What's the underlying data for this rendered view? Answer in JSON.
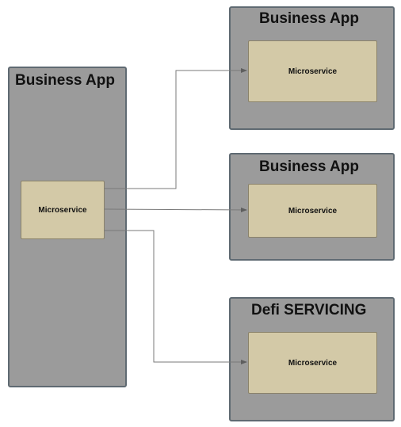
{
  "left_app": {
    "title": "Business App",
    "microservice_label": "Microservice"
  },
  "right_apps": [
    {
      "title": "Business App",
      "microservice_label": "Microservice"
    },
    {
      "title": "Business App",
      "microservice_label": "Microservice"
    },
    {
      "title": "Defi SERVICING",
      "microservice_label": "Microservice"
    }
  ],
  "colors": {
    "app_fill": "#9b9b9b",
    "app_border": "#5f6a72",
    "microservice_fill": "#d3c9a7",
    "connector": "#7a7a7a"
  }
}
